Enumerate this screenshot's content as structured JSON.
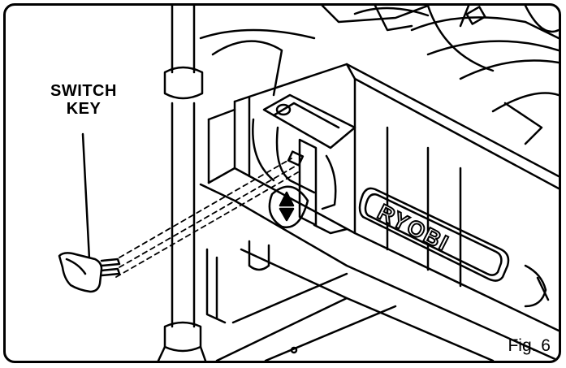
{
  "diagram": {
    "callout_line1": "SWITCH",
    "callout_line2": "KEY",
    "brand_logo": "RYOBI",
    "figure_label": "Fig. 6"
  },
  "colors": {
    "stroke": "#000000",
    "background": "#ffffff",
    "shading": "#d0d0d0"
  },
  "icons": {
    "switch": "up-down-arrow-icon"
  }
}
